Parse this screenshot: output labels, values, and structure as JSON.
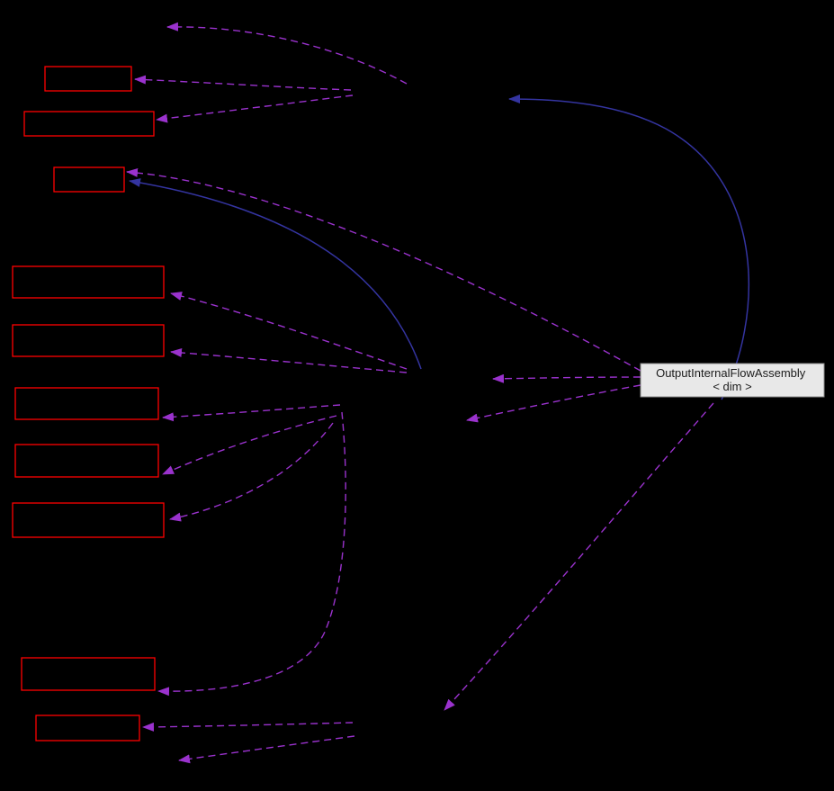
{
  "diagram": {
    "type": "collaboration-graph",
    "background_color": "#000000",
    "main_node": {
      "label_line1": "OutputInternalFlowAssembly",
      "label_line2": "< dim >",
      "fill_color": "#e8e8e8",
      "border_color": "#8c8c8c",
      "text_color": "#1c1c1c"
    },
    "related_nodes": {
      "count": 10,
      "border_color": "#ff0000",
      "fill_color": "#000000",
      "labels_visible": false
    },
    "edge_styles": {
      "usage": {
        "color": "#9a32cd",
        "pattern": "dashed",
        "count": 15
      },
      "inheritance": {
        "color": "#3434a0",
        "pattern": "solid",
        "count": 2
      }
    }
  }
}
